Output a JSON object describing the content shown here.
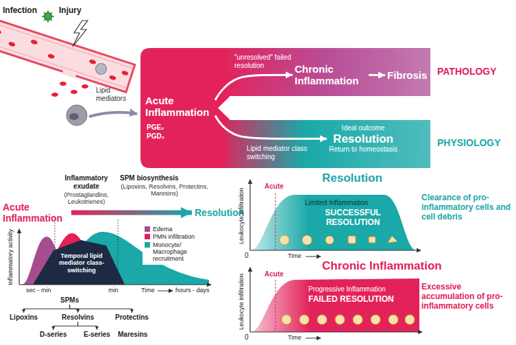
{
  "diagram": {
    "nodes": [
      {
        "text": [
          "Acute Inflammation"
        ]
      },
      {
        "text": [
          "Chronic Inflammation"
        ]
      },
      {
        "text": [
          "Fibrosis"
        ]
      },
      {
        "text": [
          "Ideal outcome",
          "Resolution",
          "Return to homeostasis"
        ]
      },
      {
        "text": [
          "Acute Inflammation"
        ]
      },
      {
        "text": [
          "Resolution"
        ]
      },
      {
        "text": [
          "SPMs"
        ]
      },
      {
        "text": [
          "Lipoxins"
        ]
      },
      {
        "text": [
          "Resolvins"
        ]
      },
      {
        "text": [
          "Protectins"
        ]
      },
      {
        "text": [
          "Maresins"
        ]
      },
      {
        "text": [
          "D-series"
        ]
      },
      {
        "text": [
          "E-series"
        ]
      }
    ],
    "edges": [
      {
        "from": 0,
        "to": 1,
        "arrow": "to",
        "label": "\"unresolved\" failed resolution"
      },
      {
        "from": 1,
        "to": 2,
        "arrow": "to"
      },
      {
        "from": 0,
        "to": 3,
        "arrow": "to",
        "label": "Lipid mediator class switching"
      },
      {
        "from": 4,
        "to": 5,
        "arrow": "to"
      },
      {
        "from": 6,
        "to": 7,
        "arrow": "to"
      },
      {
        "from": 6,
        "to": 8,
        "arrow": "to"
      },
      {
        "from": 6,
        "to": 9,
        "arrow": "to"
      },
      {
        "from": 8,
        "to": 11,
        "arrow": "to"
      },
      {
        "from": 8,
        "to": 12,
        "arrow": "to"
      }
    ],
    "labels": [
      "Injury",
      "Infection",
      "Lipid mediators",
      "PGE₂",
      "PGD₂",
      "PATHOLOGY",
      "PHYSIOLOGY",
      "Inflammatory exudate",
      "(Prostaglandins, Leukotrienes)",
      "SPM biosynthesis",
      "(Lipoxins, Resolvins, Protectins, Maresins)",
      "Inflammatory activity",
      "Temporal lipid mediator class-switching",
      "sec - min",
      "min",
      "Time",
      "hours - days",
      "Leukocyte infiltration",
      "Acute",
      "0",
      "Time",
      "Resolution",
      "Limited Inflammation",
      "SUCCESSFUL RESOLUTION",
      "Clearance of pro-inflammatory cells and cell debris",
      "Leukocyte infiltration",
      "Acute",
      "0",
      "Time",
      "Chronic Inflammation",
      "Progressive Inflammation",
      "FAILED RESOLUTION",
      "Excessive accumulation of pro-inflammatory cells"
    ],
    "legend": [
      {
        "text": "Edema",
        "color": "#a64d8f"
      },
      {
        "text": "PMN infiltration",
        "color": "#e3225a"
      },
      {
        "text": "Monocyte/ Macrophage recruitment",
        "color": "#1aa8a8"
      }
    ]
  }
}
